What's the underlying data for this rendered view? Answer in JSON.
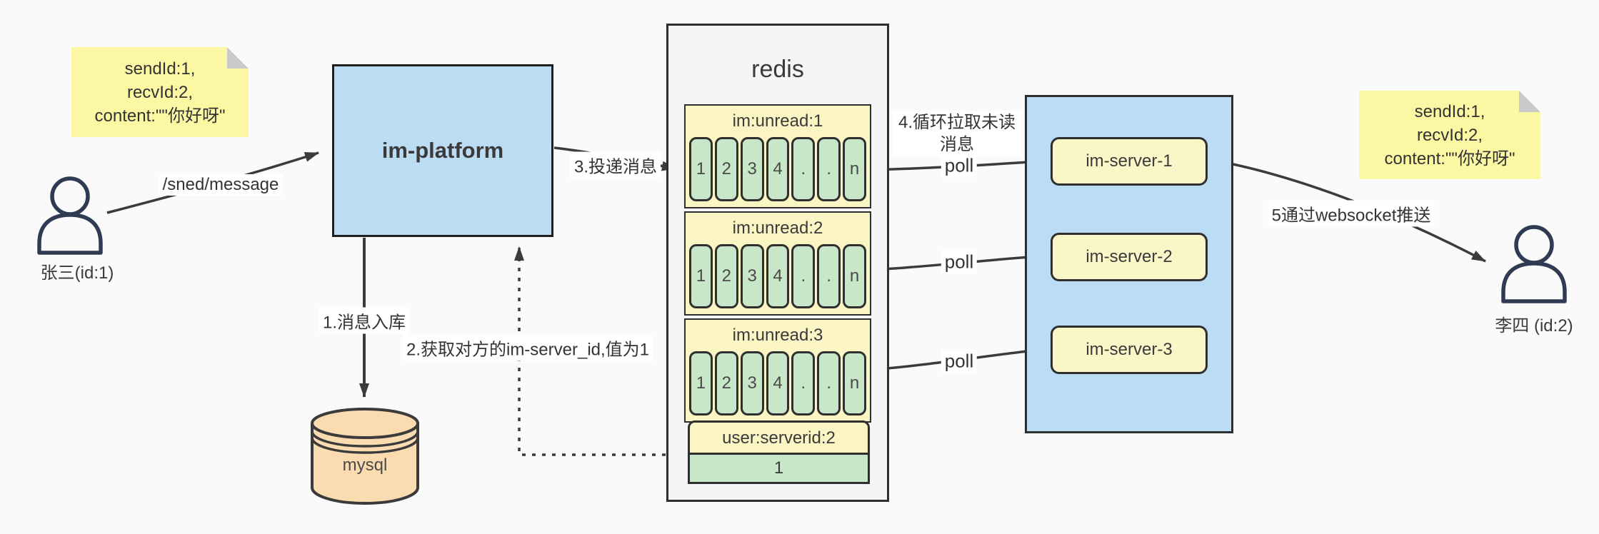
{
  "colors": {
    "canvas_bg": "#fafafa",
    "note_yellow": "#fbf7a3",
    "platform_blue": "#bcdcf4",
    "cluster_blue": "#bbdcf5",
    "queue_yellow": "#fbf5c4",
    "cell_green": "#c8e6c8",
    "mysql_orange": "#fadcb0",
    "redis_gray": "#f5f5f5",
    "line_dark": "#3b3b3b"
  },
  "actors": {
    "sender": {
      "label": "张三(id:1)"
    },
    "receiver": {
      "label": "李四 (id:2)"
    }
  },
  "notes": {
    "left": {
      "lines": [
        "sendId:1,",
        "recvId:2,",
        "content:\"\"你好呀\""
      ]
    },
    "right": {
      "lines": [
        "sendId:1,",
        "recvId:2,",
        "content:\"\"你好呀\""
      ]
    }
  },
  "platform": {
    "label": "im-platform"
  },
  "mysql": {
    "label": "mysql"
  },
  "redis": {
    "title": "redis",
    "queues": [
      {
        "header": "im:unread:1",
        "cells": [
          "1",
          "2",
          "3",
          "4",
          ".",
          ".",
          "n"
        ]
      },
      {
        "header": "im:unread:2",
        "cells": [
          "1",
          "2",
          "3",
          "4",
          ".",
          ".",
          "n"
        ]
      },
      {
        "header": "im:unread:3",
        "cells": [
          "1",
          "2",
          "3",
          "4",
          ".",
          ".",
          "n"
        ]
      }
    ],
    "server_map": {
      "header": "user:serverid:2",
      "value": "1"
    }
  },
  "cluster": {
    "servers": [
      {
        "label": "im-server-1"
      },
      {
        "label": "im-server-2"
      },
      {
        "label": "im-server-3"
      }
    ]
  },
  "edges": {
    "send": {
      "label": "/sned/message"
    },
    "store": {
      "label": "1.消息入库"
    },
    "get_id": {
      "label": "2.获取对方的im-server_id,值为1"
    },
    "deliver": {
      "label": "3.投递消息"
    },
    "poll_title": {
      "label": "4.循环拉取未读消息"
    },
    "poll1": {
      "label": "poll"
    },
    "poll2": {
      "label": "poll"
    },
    "poll3": {
      "label": "poll"
    },
    "push": {
      "label": "5通过websocket推送"
    }
  }
}
